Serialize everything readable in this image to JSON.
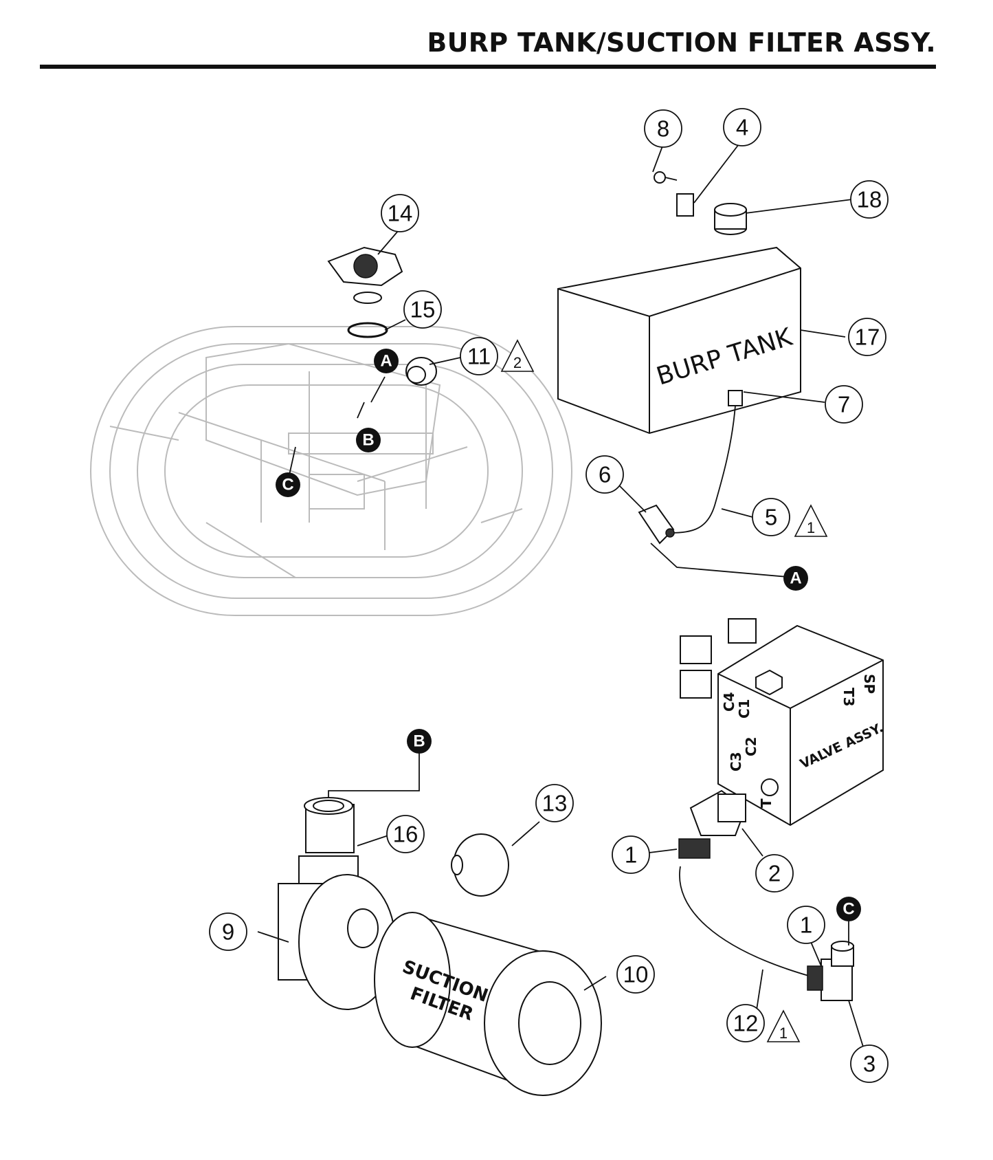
{
  "header": {
    "title": "BURP TANK/SUCTION FILTER ASSY."
  },
  "labels": {
    "burp_tank": "BURP TANK",
    "suction_filter_line1": "SUCTION",
    "suction_filter_line2": "FILTER",
    "valve_assy": "VALVE ASSY.",
    "port_sp": "SP",
    "port_t3": "T3",
    "port_c4": "C4",
    "port_c1": "C1",
    "port_c3": "C3",
    "port_c2": "C2",
    "port_t": "T"
  },
  "callouts": {
    "c8": "8",
    "c4": "4",
    "c18": "18",
    "c17": "17",
    "c7": "7",
    "c14": "14",
    "c15": "15",
    "c11": "11",
    "c6": "6",
    "c5": "5",
    "c13": "13",
    "c16": "16",
    "c9": "9",
    "c10": "10",
    "c1a": "1",
    "c2": "2",
    "c1b": "1",
    "c12": "12",
    "c3": "3"
  },
  "warnings": {
    "w11": "2",
    "w5": "1",
    "w12": "1"
  },
  "refs": {
    "a1": "A",
    "a2": "A",
    "b1": "B",
    "b2": "B",
    "c1": "C",
    "c2": "C"
  }
}
